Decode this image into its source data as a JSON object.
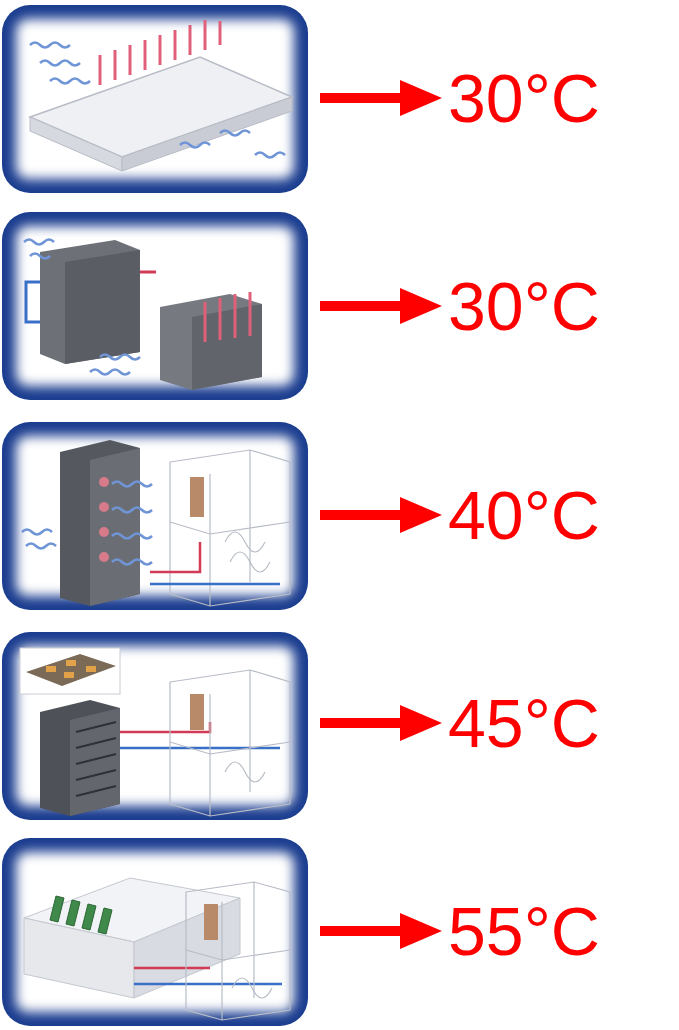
{
  "diagram": {
    "labels": [
      "30°C",
      "30°C",
      "40°C",
      "45°C",
      "55°C"
    ]
  }
}
